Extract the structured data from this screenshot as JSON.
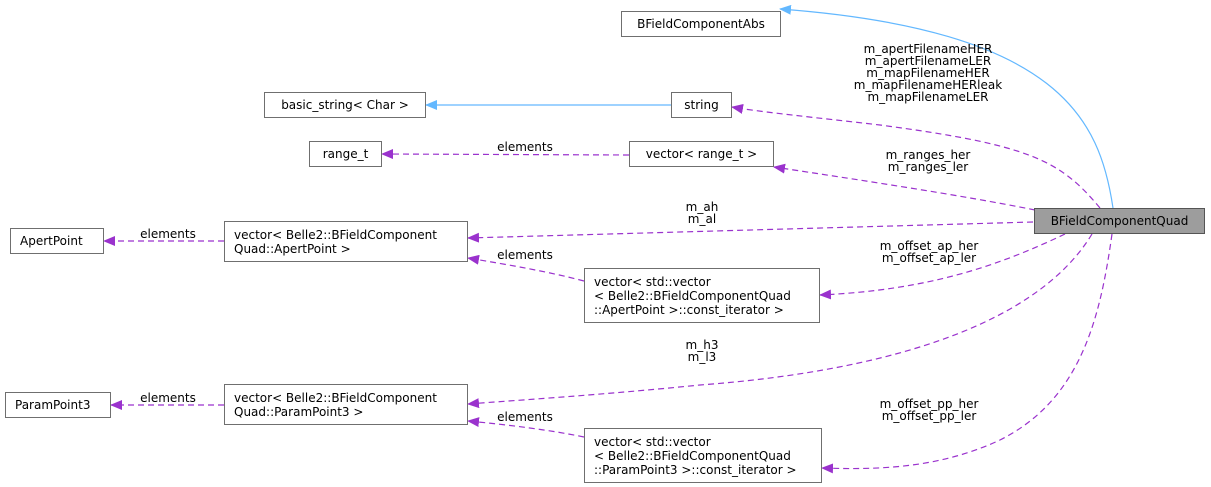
{
  "nodes": {
    "main": "BFieldComponentQuad",
    "abs": "BFieldComponentAbs",
    "string": "string",
    "basic_string": "basic_string< Char >",
    "range_t": "range_t",
    "vector_range": "vector< range_t >",
    "apertpoint": "ApertPoint",
    "vector_apert": [
      "vector< Belle2::BFieldComponent",
      "Quad::ApertPoint >"
    ],
    "vector_vector_apert": [
      "vector< std::vector",
      "< Belle2::BFieldComponentQuad",
      "::ApertPoint >::const_iterator >"
    ],
    "parampoint3": "ParamPoint3",
    "vector_param": [
      "vector< Belle2::BFieldComponent",
      "Quad::ParamPoint3 >"
    ],
    "vector_vector_param": [
      "vector< std::vector",
      "< Belle2::BFieldComponentQuad",
      "::ParamPoint3 >::const_iterator >"
    ]
  },
  "labels": {
    "strings": [
      "m_apertFilenameHER",
      "m_apertFilenameLER",
      "m_mapFilenameHER",
      "m_mapFilenameHERleak",
      "m_mapFilenameLER"
    ],
    "ranges": [
      "m_ranges_her",
      "m_ranges_ler"
    ],
    "ah_al": [
      "m_ah",
      "m_al"
    ],
    "offset_ap": [
      "m_offset_ap_her",
      "m_offset_ap_ler"
    ],
    "h3_l3": [
      "m_h3",
      "m_l3"
    ],
    "offset_pp": [
      "m_offset_pp_her",
      "m_offset_pp_ler"
    ],
    "elements": "elements"
  },
  "colors": {
    "inheritance": "#63b8ff",
    "usage": "#9a32cd",
    "main_fill": "#9d9d9d",
    "border": "#6f6f6f"
  }
}
